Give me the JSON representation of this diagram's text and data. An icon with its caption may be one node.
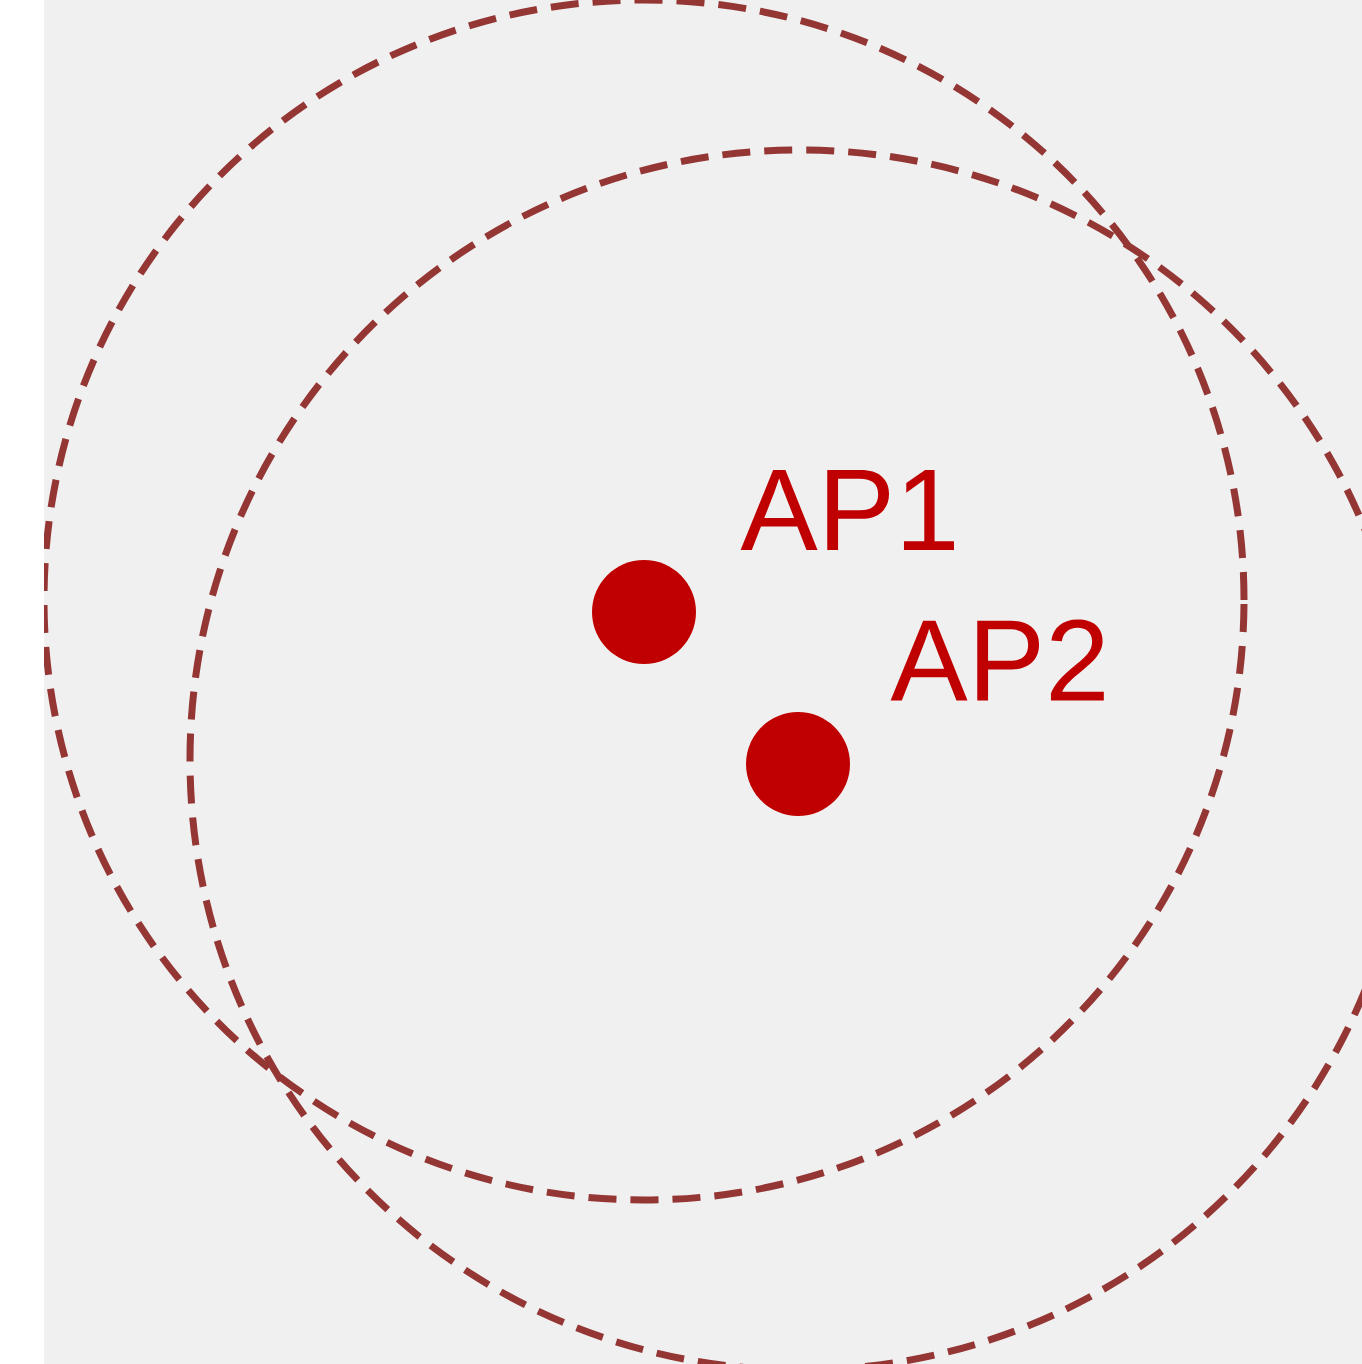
{
  "diagram": {
    "nodes": [
      {
        "text": [],
        "shape": "circle",
        "beside": [
          "AP1"
        ]
      },
      {
        "text": [],
        "shape": "circle",
        "beside": [
          "AP2"
        ]
      }
    ]
  }
}
